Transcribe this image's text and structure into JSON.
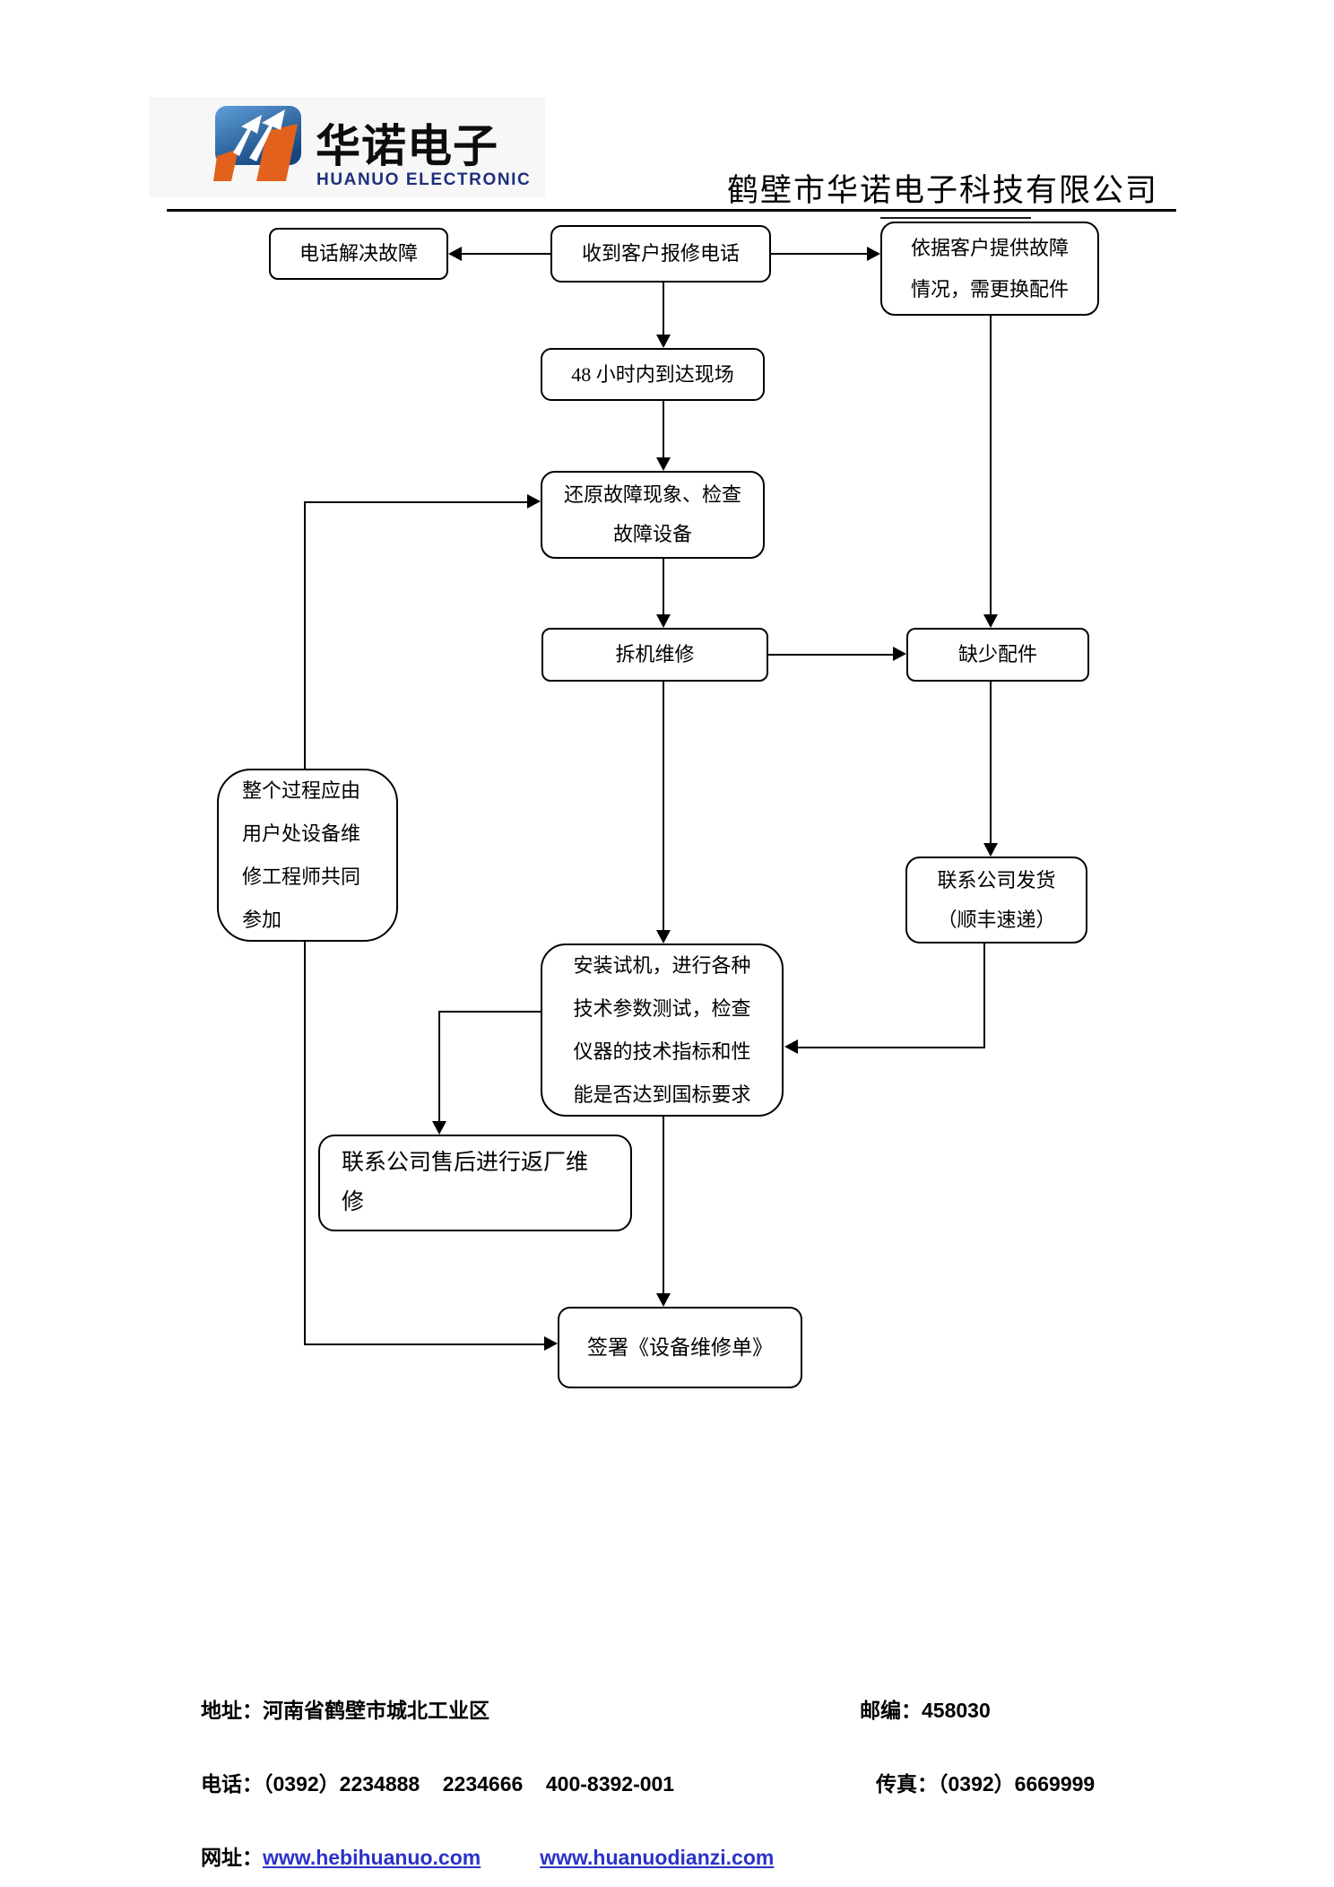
{
  "header": {
    "logo_cn": "华诺电子",
    "logo_en": "HUANUO ELECTRONIC",
    "company_name": "鹤壁市华诺电子科技有限公司",
    "colors": {
      "logo_blue": "#2456a4",
      "logo_orange": "#e2611c",
      "logo_en_navy": "#1e2f7d"
    }
  },
  "flowchart": {
    "nodes": {
      "phone_resolve": "电话解决故障",
      "receive_call": "收到客户报修电话",
      "per_fault": "依据客户提供故障\n情况，需更换配件",
      "arrive_48h": "48 小时内到达现场",
      "restore": "还原故障现象、检查\n故障设备",
      "disassemble": "拆机维修",
      "lack_parts": "缺少配件",
      "note": "整个过程应由\n用户处设备维\n修工程师共同\n参加",
      "ship": "联系公司发货\n（顺丰速递）",
      "install_test": "安装试机，进行各种\n技术参数测试，检查\n仪器的技术指标和性\n能是否达到国标要求",
      "return_repair": "联系公司售后进行返厂维\n修",
      "sign": "签署《设备维修单》"
    }
  },
  "footer": {
    "address": "地址：河南省鹤壁市城北工业区",
    "postcode": "邮编：458030",
    "phone": "电话：（0392）2234888    2234666    400-8392-001",
    "fax": "传真：（0392）6669999",
    "web_label": "网址：",
    "link1": "www.hebihuanuo.com",
    "link2": "www.huanuodianzi.com",
    "link_color": "#2b32c8"
  }
}
